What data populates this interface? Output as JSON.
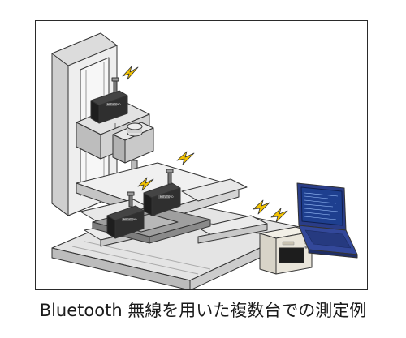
{
  "caption": "Bluetooth 無線を用いた複数台での測定例",
  "illustration": {
    "elements": [
      "machining-center",
      "wireless-gauge",
      "lightning-signal",
      "receiver-unit",
      "laptop"
    ]
  },
  "colors": {
    "line": "#333333",
    "machine_light": "#e6e6e6",
    "machine_mid": "#cfcfcf",
    "machine_dark": "#a8a8a8",
    "gauge_body": "#2b2b2b",
    "signal": "#f2c200",
    "screen": "#1e3f8f",
    "laptop_body": "#2a3d88",
    "receiver_body": "#eeeae0"
  }
}
